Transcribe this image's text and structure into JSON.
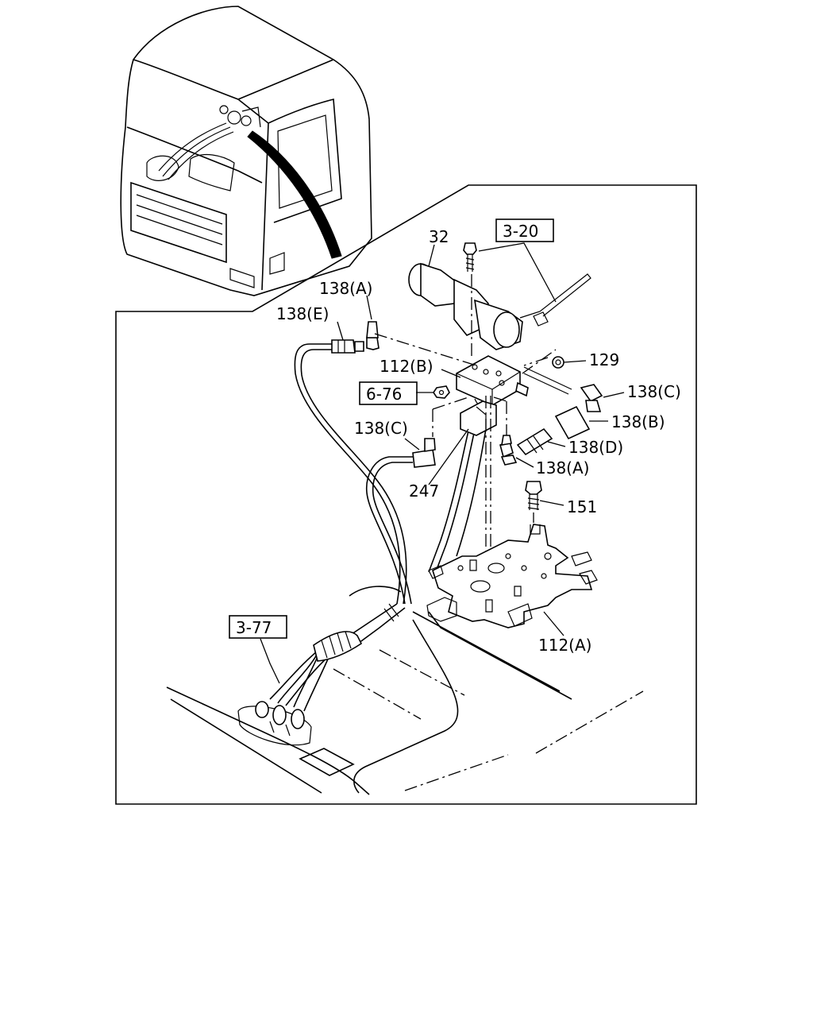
{
  "labels": {
    "l32": "32",
    "l138A_top": "138(A)",
    "l138E": "138(E)",
    "l112B": "112(B)",
    "l129": "129",
    "l138C_right": "138(C)",
    "l138B": "138(B)",
    "l138D": "138(D)",
    "l138A_right": "138(A)",
    "l138C_left": "138(C)",
    "l247": "247",
    "l151": "151",
    "l112A": "112(A)"
  },
  "refs": {
    "r320": "3-20",
    "r676": "6-76",
    "r377": "3-77"
  }
}
